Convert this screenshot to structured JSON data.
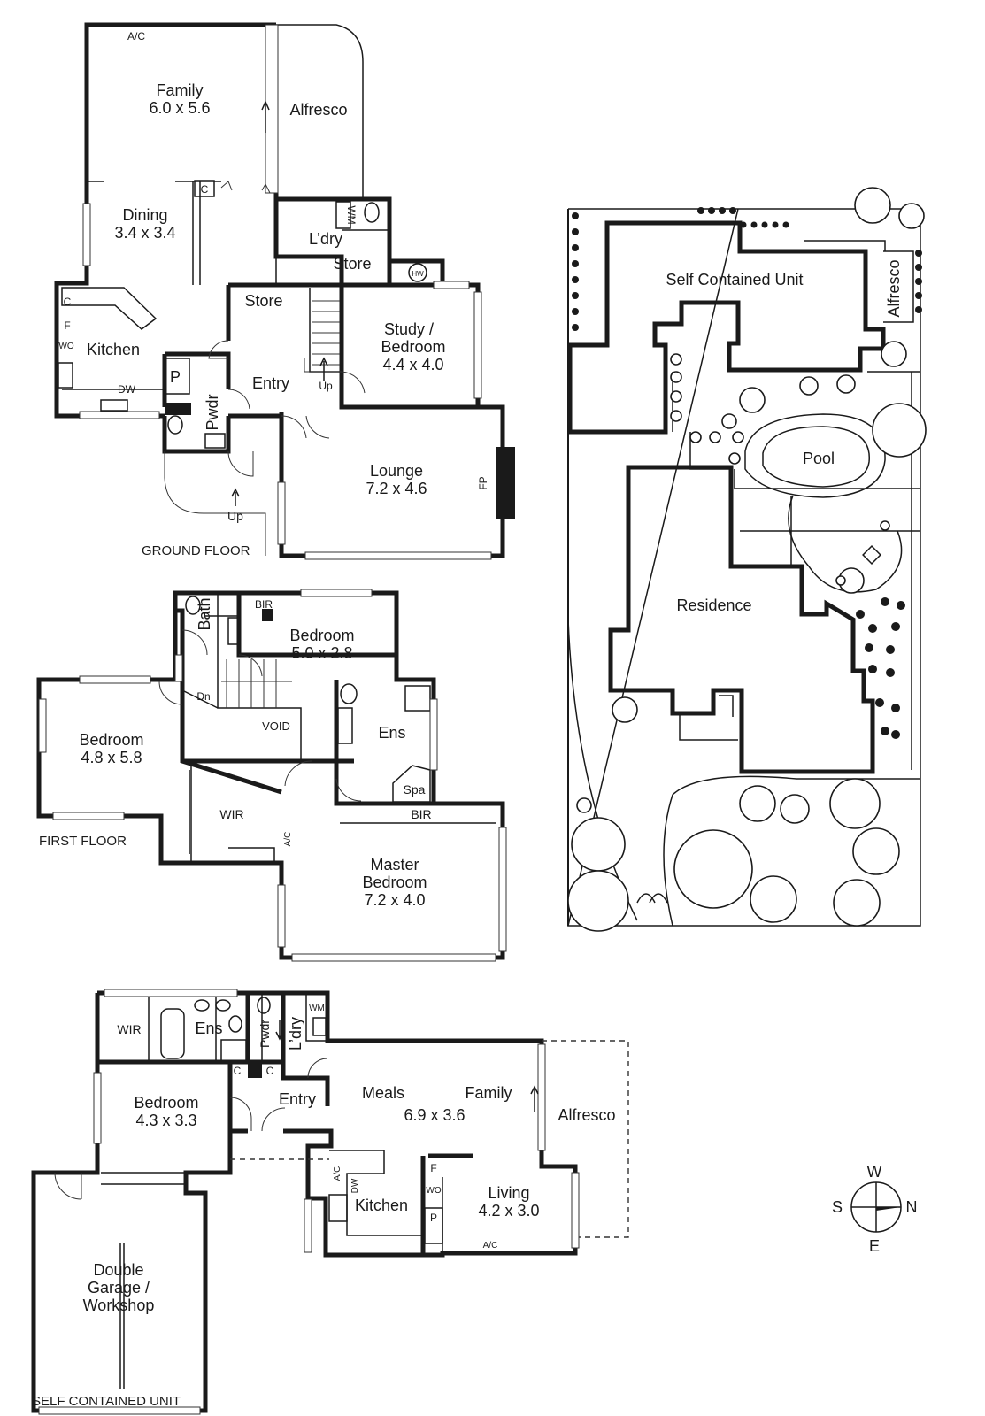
{
  "ground_floor": {
    "caption": "GROUND FLOOR",
    "family": {
      "name": "Family",
      "dims": "6.0 x 5.6"
    },
    "alfresco": "Alfresco",
    "ac": "A/C",
    "c": "C",
    "dining": {
      "name": "Dining",
      "dims": "3.4 x 3.4"
    },
    "laundry": "L’dry",
    "wm": "WM",
    "store1": "Store",
    "store2": "Store",
    "hw": "HW",
    "kitchen": "Kitchen",
    "kit_c": "C",
    "kit_f": "F",
    "kit_wo": "WO",
    "dw": "DW",
    "pantry": "P",
    "powder": "Pwdr",
    "entry": "Entry",
    "up1": "Up",
    "up2": "Up",
    "study": {
      "name1": "Study /",
      "name2": "Bedroom",
      "dims": "4.4 x 4.0"
    },
    "lounge": {
      "name": "Lounge",
      "dims": "7.2 x 4.6"
    },
    "fp": "FP"
  },
  "first_floor": {
    "caption": "FIRST FLOOR",
    "bath": "Bath",
    "bir1": "BIR",
    "bedroom_a": {
      "name": "Bedroom",
      "dims": "5.0 x 2.8"
    },
    "bedroom_b": {
      "name": "Bedroom",
      "dims": "4.8 x 5.8"
    },
    "dn": "Dn",
    "void": "VOID",
    "ens": "Ens",
    "spa": "Spa",
    "wir": "WIR",
    "ac": "A/C",
    "bir2": "BIR",
    "master": {
      "name1": "Master",
      "name2": "Bedroom",
      "dims": "7.2 x 4.0"
    }
  },
  "unit": {
    "caption": "SELF CONTAINED UNIT",
    "wir": "WIR",
    "ens": "Ens",
    "powder": "Pwdr",
    "laundry": "L’dry",
    "wm": "WM",
    "c1": "C",
    "c2": "C",
    "bedroom": {
      "name": "Bedroom",
      "dims": "4.3 x 3.3"
    },
    "entry": "Entry",
    "meals": "Meals",
    "family": "Family",
    "meals_dims": "6.9 x 3.6",
    "alfresco": "Alfresco",
    "kitchen": "Kitchen",
    "ac1": "A/C",
    "dw": "DW",
    "f": "F",
    "wo": "WO",
    "p": "P",
    "living": {
      "name": "Living",
      "dims": "4.2 x 3.0"
    },
    "ac2": "A/C",
    "garage": {
      "l1": "Double",
      "l2": "Garage /",
      "l3": "Workshop"
    }
  },
  "site": {
    "unit": "Self Contained Unit",
    "alfresco": "Alfresco",
    "pool": "Pool",
    "residence": "Residence"
  },
  "compass": {
    "w": "W",
    "s": "S",
    "n": "N",
    "e": "E"
  }
}
